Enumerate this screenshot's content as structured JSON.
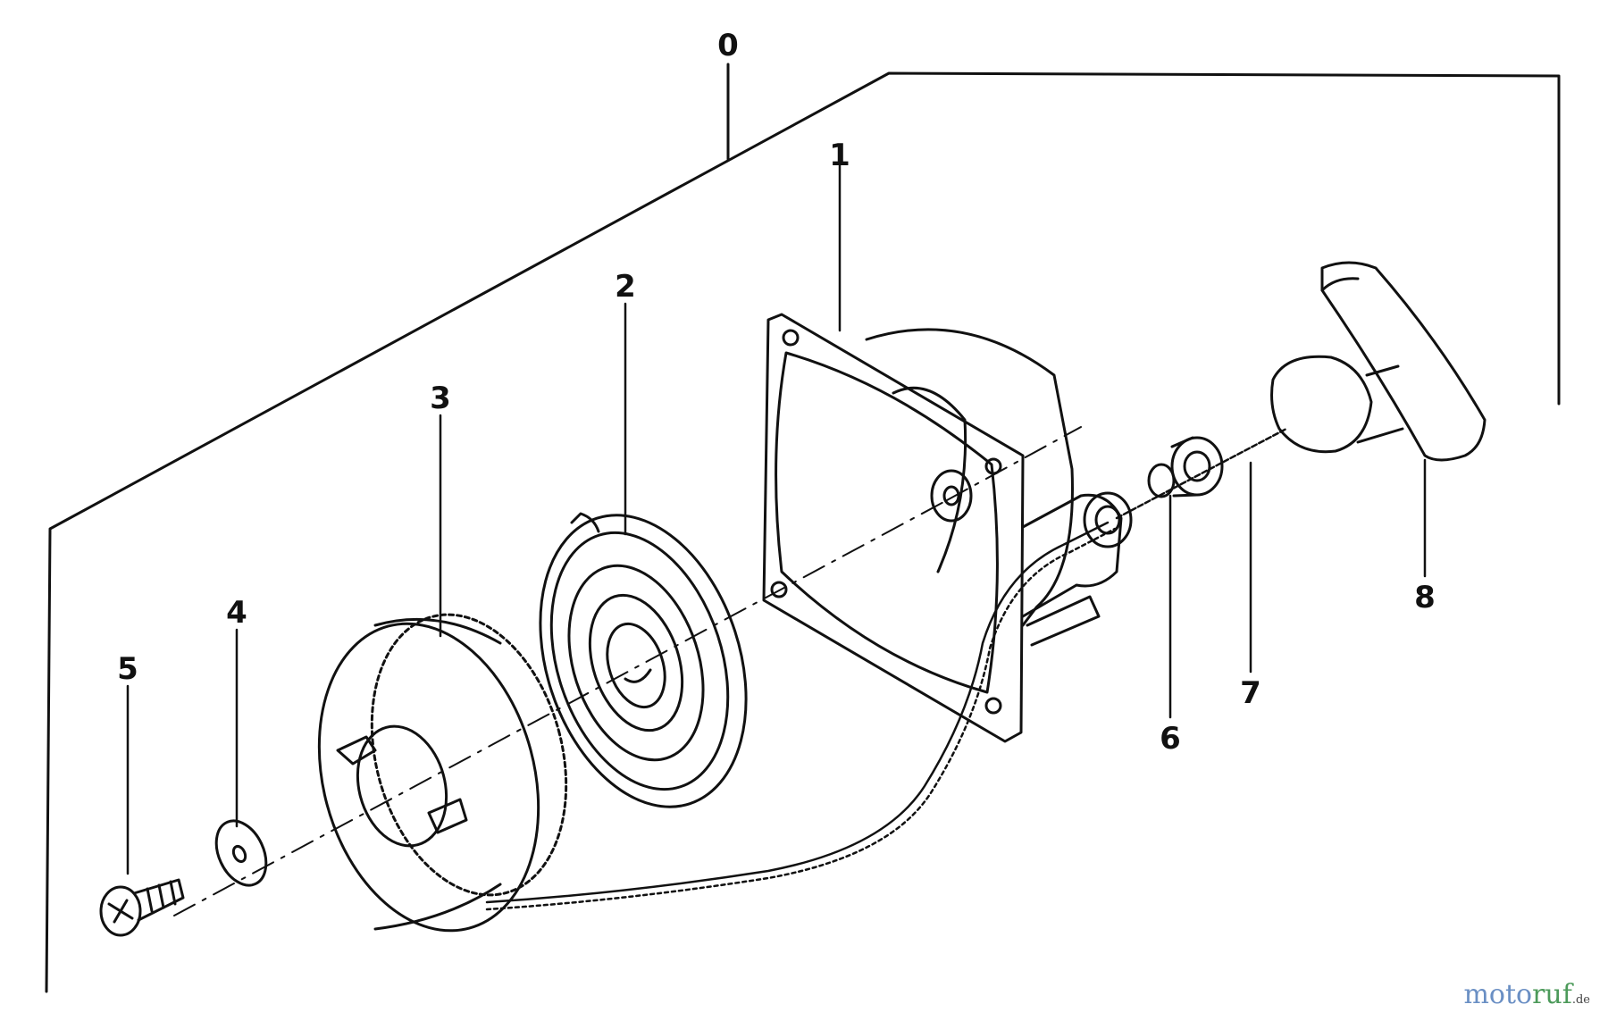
{
  "diagram": {
    "callouts": {
      "assembly": "0",
      "housing": "1",
      "spring": "2",
      "pulley": "3",
      "washer": "4",
      "screw": "5",
      "bushing": "6",
      "rope": "7",
      "handle": "8"
    }
  },
  "watermark": {
    "part1": "moto",
    "part2": "ruf",
    "suffix": ".de"
  },
  "colors": {
    "ink": "#111111",
    "watermark_blue": "#6a8fc4",
    "watermark_green": "#4c9a5a"
  }
}
